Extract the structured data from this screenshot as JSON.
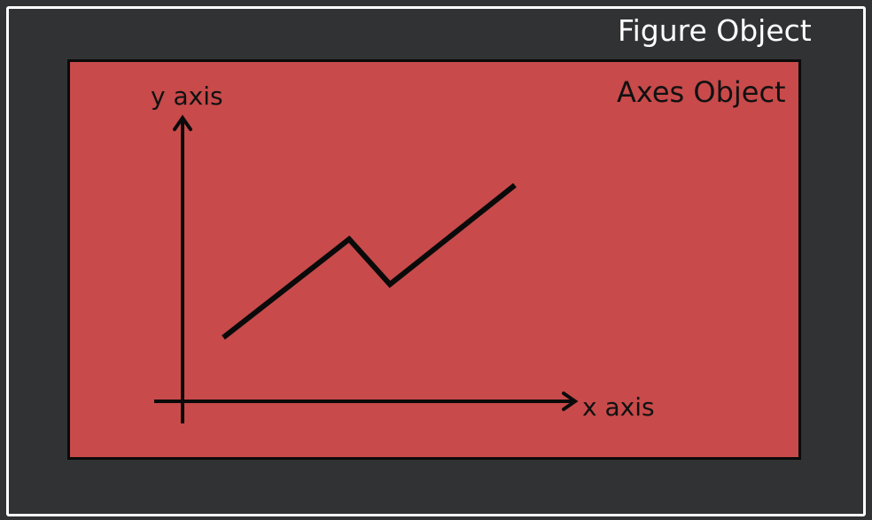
{
  "figure": {
    "label": "Figure Object"
  },
  "axes": {
    "label": "Axes Object",
    "y_axis_label": "y axis",
    "x_axis_label": "x axis"
  },
  "colors": {
    "figure_background": "#313233",
    "figure_border": "#ffffff",
    "axes_background": "#c84a4a",
    "ink": "#0a0a0a"
  }
}
